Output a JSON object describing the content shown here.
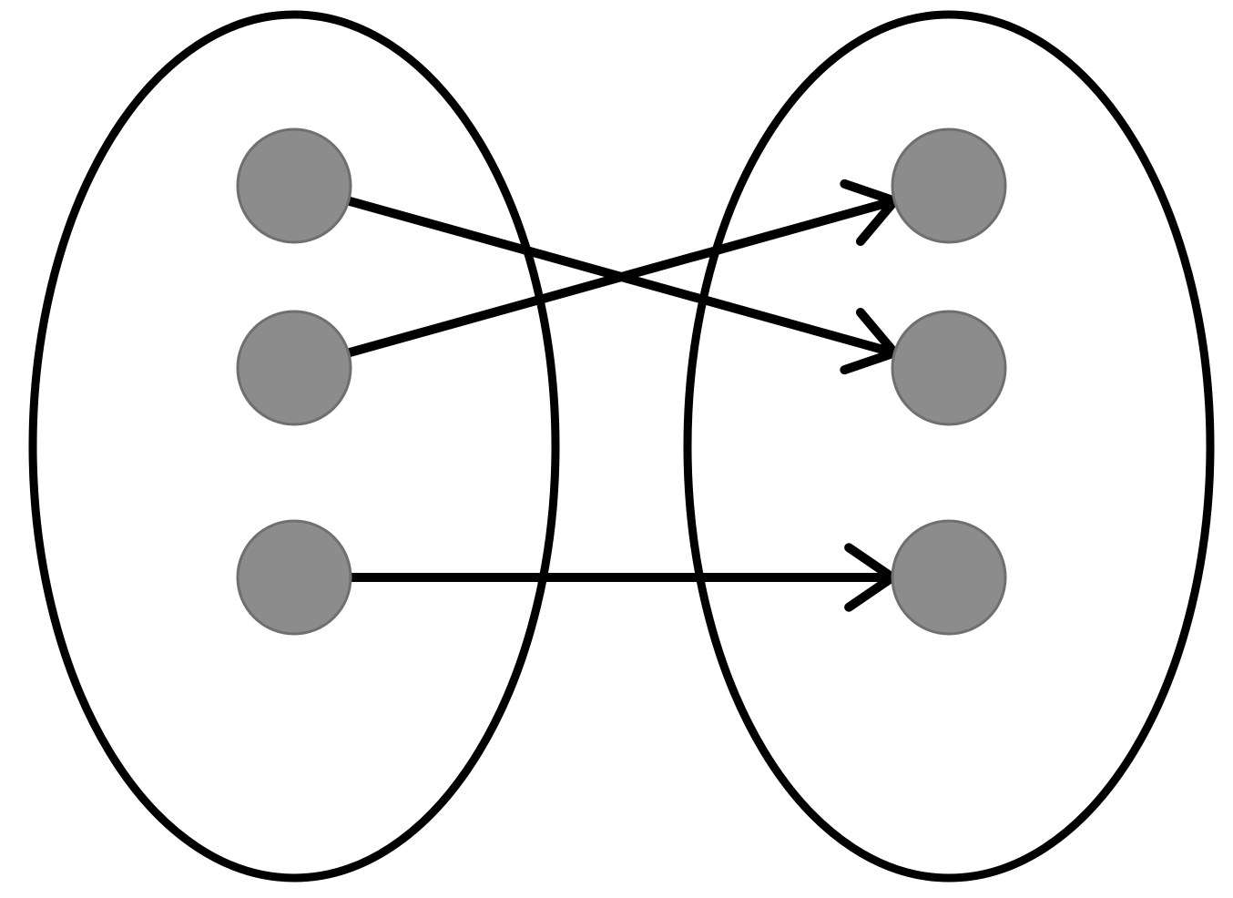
{
  "diagram": {
    "sets": [
      {
        "id": "domain",
        "elements": [
          "a1",
          "a2",
          "a3"
        ]
      },
      {
        "id": "codomain",
        "elements": [
          "b1",
          "b2",
          "b3"
        ]
      }
    ],
    "mappings": [
      {
        "from": "a1",
        "to": "b2"
      },
      {
        "from": "a2",
        "to": "b1"
      },
      {
        "from": "a3",
        "to": "b3"
      }
    ],
    "colors": {
      "background": "#ffffff",
      "set_outline": "#000000",
      "node_fill": "#8c8c8c",
      "node_stroke": "#6f6f6f",
      "arrow": "#000000"
    }
  }
}
